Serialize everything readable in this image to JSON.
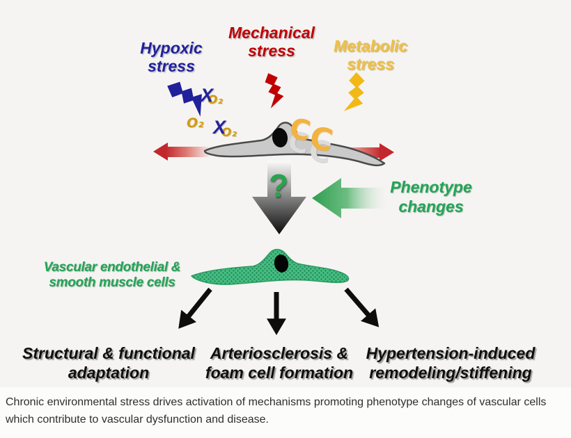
{
  "colors": {
    "background": "#f5f4f2",
    "hypoxic_blue": "#21219b",
    "mechanical_red": "#c00000",
    "metabolic_gold": "#f2b916",
    "o2_gold": "#d29a12",
    "stretch_arrow_red": "#c1272d",
    "question_green": "#26a54b",
    "phenotype_green": "#23a456",
    "cell_gray": "#cacaca",
    "cell_green": "#45bd82",
    "outcome_black": "#0e0e0e"
  },
  "stressors": {
    "hypoxic": "Hypoxic\nstress",
    "mechanical": "Mechanical\nstress",
    "metabolic": "Metabolic\nstress"
  },
  "cell_inputs": {
    "o2_plain": "O₂",
    "o2_crossed_a": "O₂",
    "o2_crossed_b": "O₂",
    "x_mark_a": "X",
    "x_mark_b": "X",
    "ring_glyph": "C"
  },
  "transition": {
    "question_mark": "?",
    "phenotype_label": "Phenotype\nchanges"
  },
  "cells": {
    "label": "Vascular endothelial &\nsmooth muscle cells"
  },
  "outcomes": [
    {
      "label": "Structural & functional\nadaptation"
    },
    {
      "label": "Arteriosclerosis &\nfoam cell formation"
    },
    {
      "label": "Hypertension-induced\nremodeling/stiffening"
    }
  ],
  "caption": {
    "text": "Chronic environmental stress drives activation of mechanisms promoting phenotype changes of vascular cells which contribute to vascular dysfunction and disease."
  }
}
